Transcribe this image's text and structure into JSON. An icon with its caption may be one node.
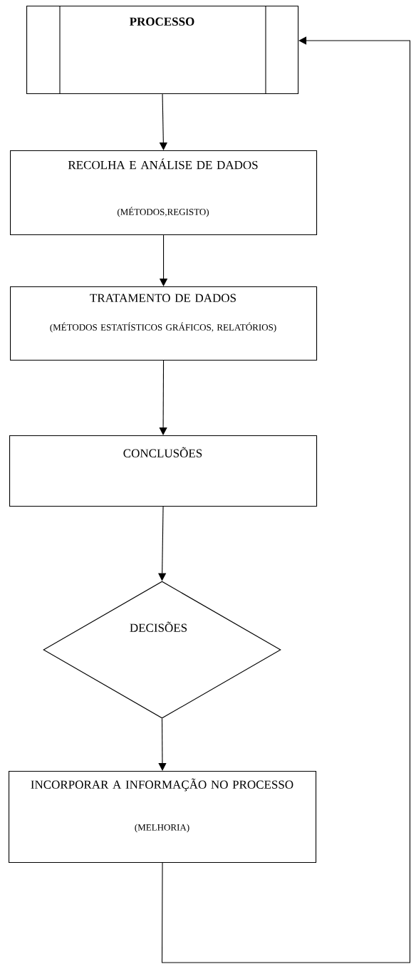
{
  "diagram": {
    "nodes": [
      {
        "text": [
          "PROCESSO"
        ]
      },
      {
        "text": [
          "RECOLHA E ANÁLISE DE DADOS",
          "(MÉTODOS,REGISTO)"
        ]
      },
      {
        "text": [
          "TRATAMENTO DE DADOS",
          "(MÉTODOS ESTATÍSTICOS GRÁFICOS, RELATÓRIOS)"
        ]
      },
      {
        "text": [
          "CONCLUSÕES"
        ]
      },
      {
        "text": [
          "DECISÕES"
        ]
      },
      {
        "text": [
          "INCORPORAR A INFORMAÇÃO NO PROCESSO",
          "(MELHORIA)"
        ]
      }
    ],
    "edges": [
      {
        "from": 0,
        "to": 1,
        "arrow": "to"
      },
      {
        "from": 1,
        "to": 2,
        "arrow": "to"
      },
      {
        "from": 2,
        "to": 3,
        "arrow": "to"
      },
      {
        "from": 3,
        "to": 4,
        "arrow": "to"
      },
      {
        "from": 4,
        "to": 5,
        "arrow": "to"
      },
      {
        "from": 5,
        "to": 0,
        "arrow": "to"
      }
    ]
  }
}
